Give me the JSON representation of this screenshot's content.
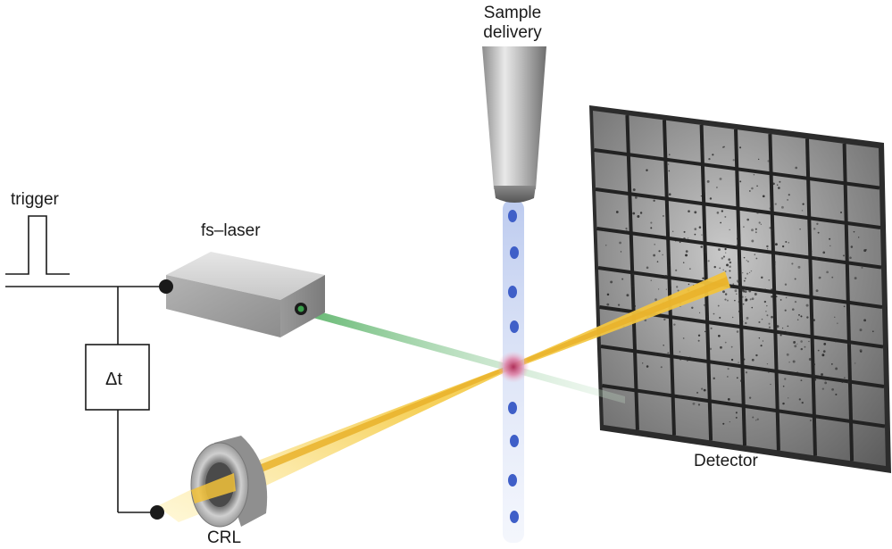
{
  "labels": {
    "sample_line1": "Sample",
    "sample_line2": "delivery",
    "trigger": "trigger",
    "laser": "fs–laser",
    "delay": "Δt",
    "detector": "Detector",
    "crl": "CRL"
  },
  "colors": {
    "xray_beam": "#f2c23a",
    "laser_beam": "#6fbf7a",
    "sample_droplet": "#3f5fc8",
    "jet": "#b9c8ee",
    "interaction_point": "#d85a86",
    "detector_panel": "#3a3a3a",
    "wire": "#1a1a1a"
  },
  "icons": {
    "connector": "filled-circle-terminal",
    "trigger_pulse": "square-pulse",
    "laser_box": "gray-box",
    "lens": "ring-cylinder",
    "nozzle": "tapered-cone"
  }
}
